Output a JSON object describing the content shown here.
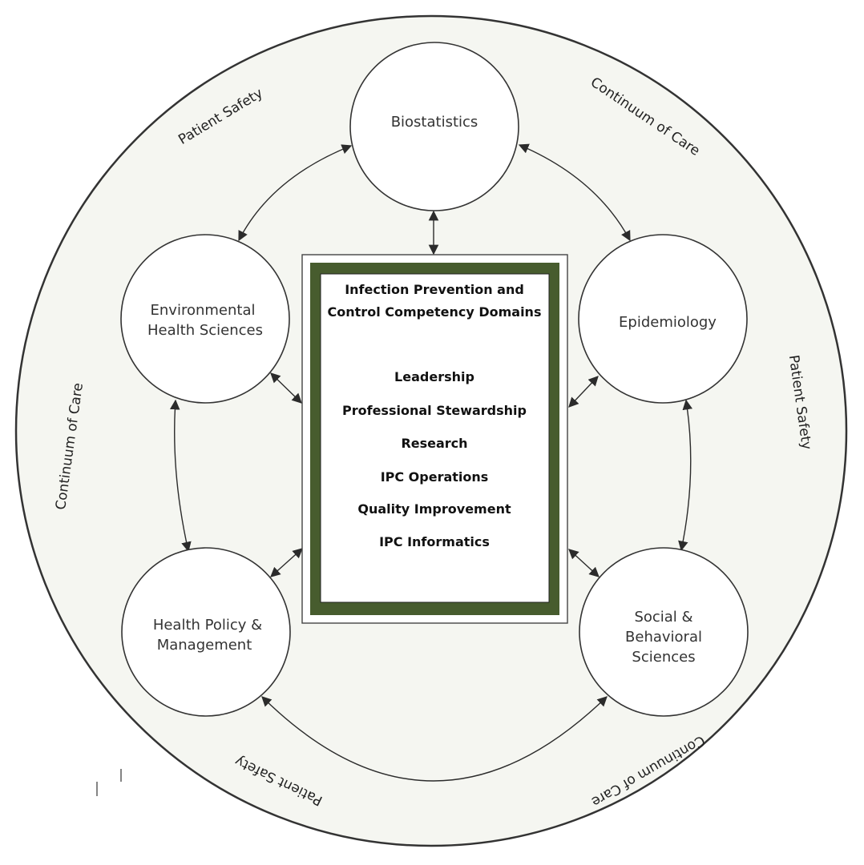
{
  "nodes": {
    "biostatistics": "Biostatistics",
    "epidemiology": "Epidemiology",
    "environmental": [
      "Environmental",
      "Health Sciences"
    ],
    "health_policy": [
      "Health Policy &",
      "Management"
    ],
    "social": [
      "Social &",
      "Behavioral",
      "Sciences"
    ]
  },
  "center": {
    "title": [
      "Infection Prevention and",
      "Control Competency Domains"
    ],
    "domains": [
      "Leadership",
      "Professional Stewardship",
      "Research",
      "IPC Operations",
      "Quality Improvement",
      "IPC Informatics"
    ]
  },
  "ring_labels": {
    "top_left": "Patient Safety",
    "top_right": "Continuum of Care",
    "left": "Continuum of Care",
    "right": "Patient Safety",
    "bottom_left": "Patient Safety",
    "bottom_right": "Continuum of Care"
  },
  "colors": {
    "frame_green": "#475c2e",
    "background": "#f5f6f1",
    "stroke": "#333333"
  }
}
